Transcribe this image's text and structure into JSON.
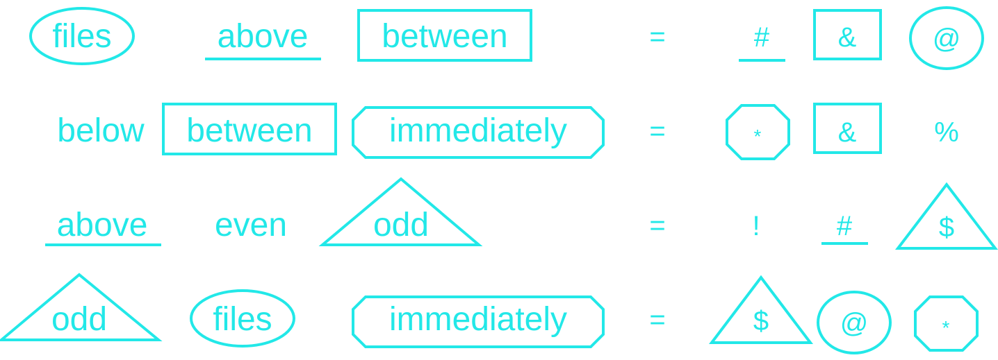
{
  "color": "#22e8e8",
  "rows": [
    {
      "words": [
        {
          "text": "files",
          "frame": "ellipse"
        },
        {
          "text": "above",
          "frame": "underline"
        },
        {
          "text": "between",
          "frame": "box"
        }
      ],
      "equals": "=",
      "symbols": [
        {
          "text": "#",
          "frame": "underline"
        },
        {
          "text": "&",
          "frame": "box"
        },
        {
          "text": "@",
          "frame": "ellipse"
        }
      ]
    },
    {
      "words": [
        {
          "text": "below",
          "frame": "none"
        },
        {
          "text": "between",
          "frame": "box"
        },
        {
          "text": "immediately",
          "frame": "octagon"
        }
      ],
      "equals": "=",
      "symbols": [
        {
          "text": "*",
          "frame": "octagon"
        },
        {
          "text": "&",
          "frame": "box"
        },
        {
          "text": "%",
          "frame": "none"
        }
      ]
    },
    {
      "words": [
        {
          "text": "above",
          "frame": "underline"
        },
        {
          "text": "even",
          "frame": "none"
        },
        {
          "text": "odd",
          "frame": "triangle"
        }
      ],
      "equals": "=",
      "symbols": [
        {
          "text": "!",
          "frame": "none"
        },
        {
          "text": "#",
          "frame": "underline"
        },
        {
          "text": "$",
          "frame": "triangle"
        }
      ]
    },
    {
      "words": [
        {
          "text": "odd",
          "frame": "triangle"
        },
        {
          "text": "files",
          "frame": "ellipse"
        },
        {
          "text": "immediately",
          "frame": "octagon"
        }
      ],
      "equals": "=",
      "symbols": [
        {
          "text": "$",
          "frame": "triangle"
        },
        {
          "text": "@",
          "frame": "ellipse"
        },
        {
          "text": "*",
          "frame": "octagon"
        }
      ]
    }
  ]
}
